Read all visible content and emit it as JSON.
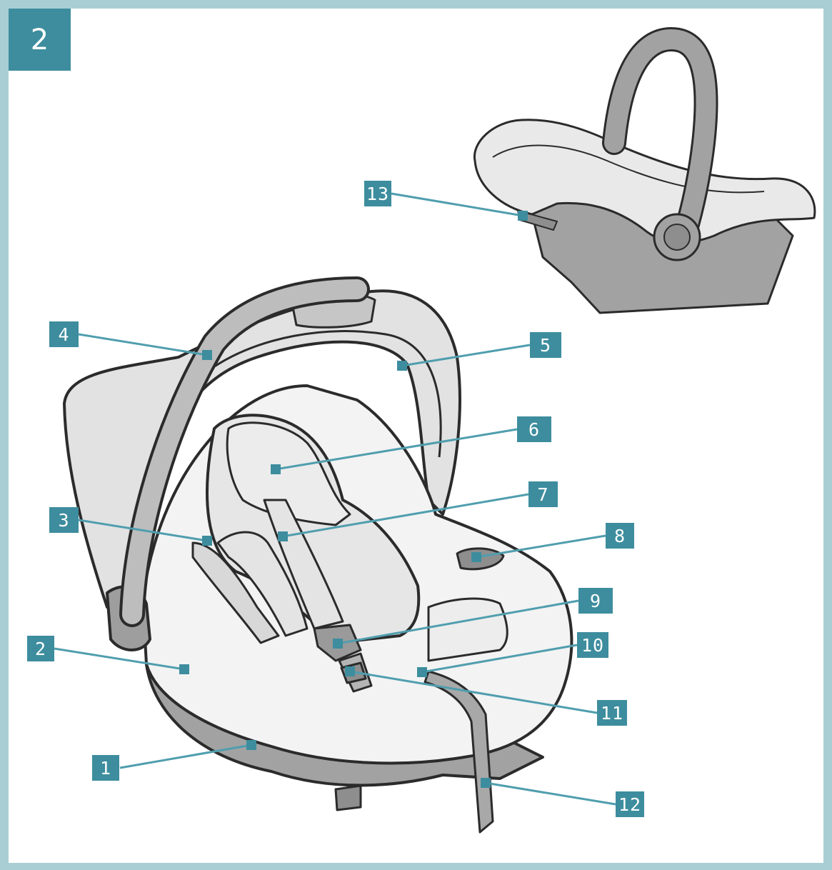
{
  "figure": {
    "number": "2"
  },
  "colors": {
    "accent": "#3d8d9e",
    "frame": "#a9cfd4",
    "leader": "#4f9eae",
    "shell": "#a2a2a2",
    "line": "#2b2b2b"
  },
  "callouts": [
    {
      "label": "1"
    },
    {
      "label": "2"
    },
    {
      "label": "3"
    },
    {
      "label": "4"
    },
    {
      "label": "5"
    },
    {
      "label": "6"
    },
    {
      "label": "7"
    },
    {
      "label": "8"
    },
    {
      "label": "9"
    },
    {
      "label": "10"
    },
    {
      "label": "11"
    },
    {
      "label": "12"
    },
    {
      "label": "13"
    }
  ]
}
